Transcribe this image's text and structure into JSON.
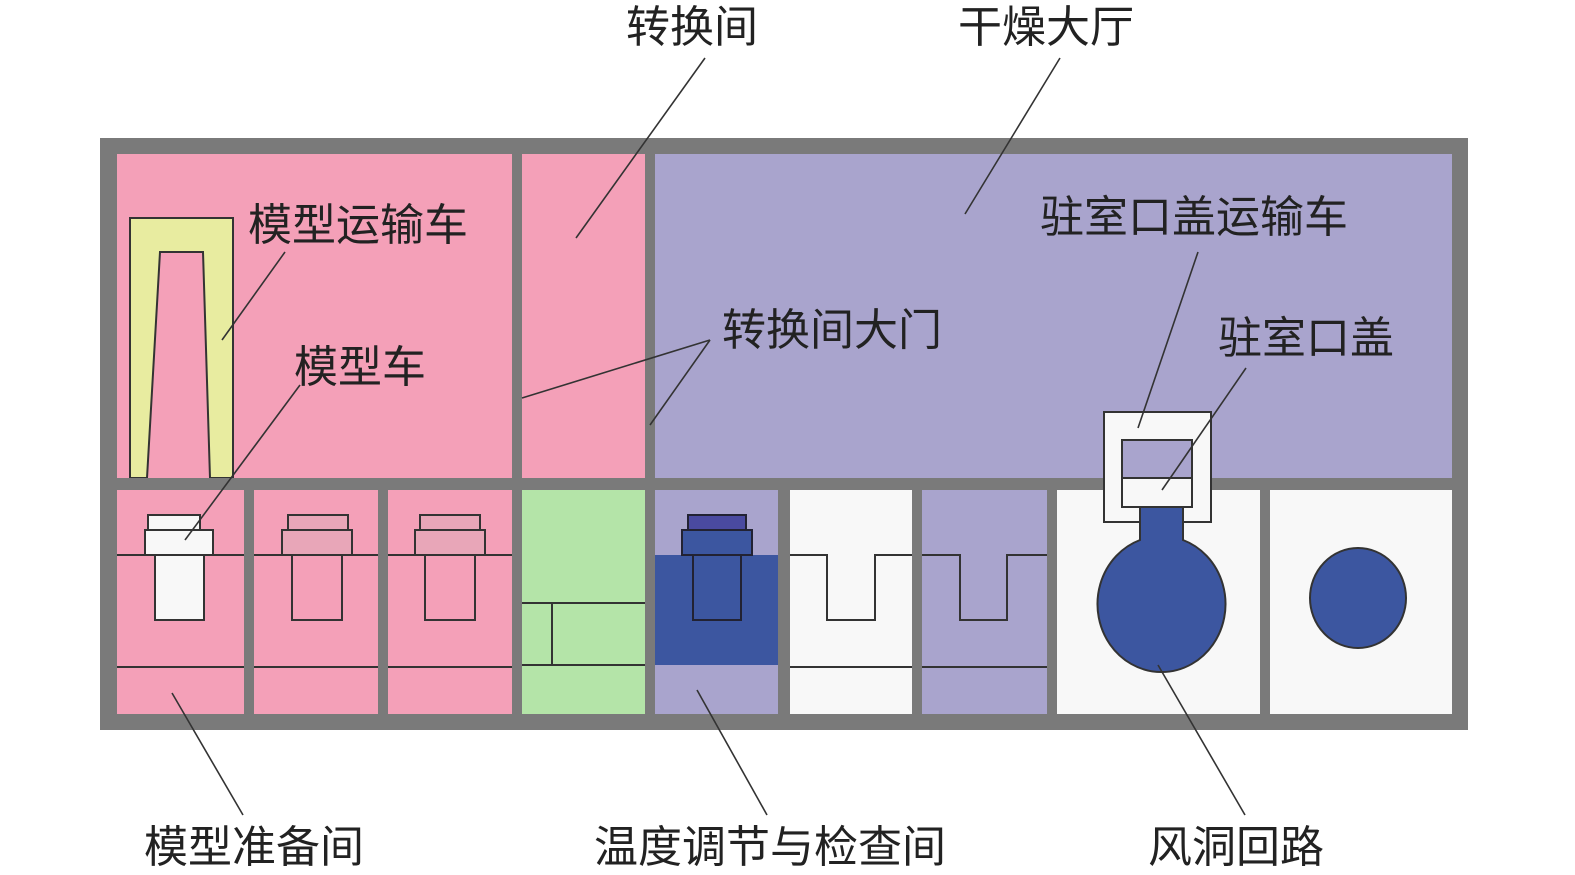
{
  "labels": {
    "transfer_room": "转换间",
    "drying_hall": "干燥大厅",
    "model_transport_cart": "模型运输车",
    "model_cart": "模型车",
    "transfer_room_door": "转换间大门",
    "chamber_cover_transport_cart": "驻室口盖运输车",
    "chamber_cover": "驻室口盖",
    "model_prep_room": "模型准备间",
    "temp_check_room": "温度调节与检查间",
    "tunnel_circuit": "风洞回路"
  },
  "colors": {
    "wall": "#7a7a7a",
    "pink": "#f4a0b8",
    "purple": "#a9a4cd",
    "green": "#b4e4a8",
    "blue": "#3c56a0",
    "white": "#f8f8f8",
    "yellow": "#e8eca0"
  }
}
